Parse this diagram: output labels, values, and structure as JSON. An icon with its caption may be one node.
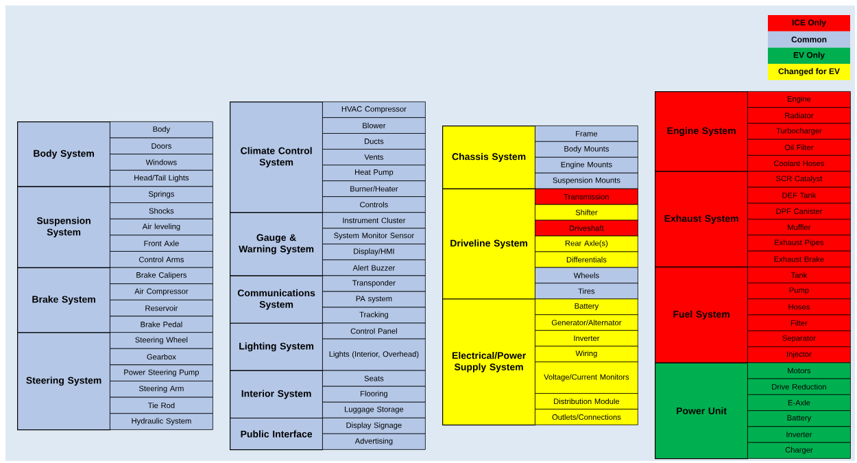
{
  "diagram": {
    "nodes": [
      {
        "text": [
          "Body System"
        ]
      },
      {
        "text": [
          "Body"
        ]
      },
      {
        "text": [
          "Doors"
        ]
      },
      {
        "text": [
          "Windows"
        ]
      },
      {
        "text": [
          "Head/Tail Lights"
        ]
      },
      {
        "text": [
          "Suspension System"
        ]
      },
      {
        "text": [
          "Springs"
        ]
      },
      {
        "text": [
          "Shocks"
        ]
      },
      {
        "text": [
          "Air leveling"
        ]
      },
      {
        "text": [
          "Front Axle"
        ]
      },
      {
        "text": [
          "Control Arms"
        ]
      },
      {
        "text": [
          "Brake System"
        ]
      },
      {
        "text": [
          "Brake Calipers"
        ]
      },
      {
        "text": [
          "Air Compressor"
        ]
      },
      {
        "text": [
          "Reservoir"
        ]
      },
      {
        "text": [
          "Brake Pedal"
        ]
      },
      {
        "text": [
          "Steering System"
        ]
      },
      {
        "text": [
          "Steering Wheel"
        ]
      },
      {
        "text": [
          "Gearbox"
        ]
      },
      {
        "text": [
          "Power Steering Pump"
        ]
      },
      {
        "text": [
          "Steering Arm"
        ]
      },
      {
        "text": [
          "Tie Rod"
        ]
      },
      {
        "text": [
          "Hydraulic System"
        ]
      },
      {
        "text": [
          "Climate Control System"
        ]
      },
      {
        "text": [
          "HVAC Compressor"
        ]
      },
      {
        "text": [
          "Blower"
        ]
      },
      {
        "text": [
          "Ducts"
        ]
      },
      {
        "text": [
          "Vents"
        ]
      },
      {
        "text": [
          "Heat Pump"
        ]
      },
      {
        "text": [
          "Burner/Heater"
        ]
      },
      {
        "text": [
          "Controls"
        ]
      },
      {
        "text": [
          "Gauge & Warning System"
        ]
      },
      {
        "text": [
          "Instrument Cluster"
        ]
      },
      {
        "text": [
          "System Monitor Sensor"
        ]
      },
      {
        "text": [
          "Display/HMI"
        ]
      },
      {
        "text": [
          "Alert Buzzer"
        ]
      },
      {
        "text": [
          "Communications System"
        ]
      },
      {
        "text": [
          "Transponder"
        ]
      },
      {
        "text": [
          "PA system"
        ]
      },
      {
        "text": [
          "Tracking"
        ]
      },
      {
        "text": [
          "Lighting System"
        ]
      },
      {
        "text": [
          "Control Panel"
        ]
      },
      {
        "text": [
          "Lights (Interior, Overhead)"
        ]
      },
      {
        "text": [
          "Interior System"
        ]
      },
      {
        "text": [
          "Seats"
        ]
      },
      {
        "text": [
          "Flooring"
        ]
      },
      {
        "text": [
          "Luggage Storage"
        ]
      },
      {
        "text": [
          "Public Interface"
        ]
      },
      {
        "text": [
          "Display Signage"
        ]
      },
      {
        "text": [
          "Advertising"
        ]
      },
      {
        "text": [
          "Chassis System"
        ]
      },
      {
        "text": [
          "Frame"
        ]
      },
      {
        "text": [
          "Body Mounts"
        ]
      },
      {
        "text": [
          "Engine Mounts"
        ]
      },
      {
        "text": [
          "Suspension Mounts"
        ]
      },
      {
        "text": [
          "Driveline System"
        ]
      },
      {
        "text": [
          "Transmission"
        ]
      },
      {
        "text": [
          "Shifter"
        ]
      },
      {
        "text": [
          "Driveshaft"
        ]
      },
      {
        "text": [
          "Rear Axle(s)"
        ]
      },
      {
        "text": [
          "Differentials"
        ]
      },
      {
        "text": [
          "Wheels"
        ]
      },
      {
        "text": [
          "Tires"
        ]
      },
      {
        "text": [
          "Electrical/Power Supply System"
        ]
      },
      {
        "text": [
          "Battery"
        ]
      },
      {
        "text": [
          "Generator/Alternator"
        ]
      },
      {
        "text": [
          "Inverter"
        ]
      },
      {
        "text": [
          "Wiring"
        ]
      },
      {
        "text": [
          "Voltage/Current Monitors"
        ]
      },
      {
        "text": [
          "Distribution Module"
        ]
      },
      {
        "text": [
          "Outlets/Connections"
        ]
      },
      {
        "text": [
          "Engine System"
        ]
      },
      {
        "text": [
          "Engine"
        ]
      },
      {
        "text": [
          "Radiator"
        ]
      },
      {
        "text": [
          "Turbocharger"
        ]
      },
      {
        "text": [
          "Oil Filter"
        ]
      },
      {
        "text": [
          "Coolant Hoses"
        ]
      },
      {
        "text": [
          "Exhaust System"
        ]
      },
      {
        "text": [
          "SCR Catalyst"
        ]
      },
      {
        "text": [
          "DEF Tank"
        ]
      },
      {
        "text": [
          "DPF Canister"
        ]
      },
      {
        "text": [
          "Muffler"
        ]
      },
      {
        "text": [
          "Exhaust Pipes"
        ]
      },
      {
        "text": [
          "Exhaust Brake"
        ]
      },
      {
        "text": [
          "Fuel System"
        ]
      },
      {
        "text": [
          "Tank"
        ]
      },
      {
        "text": [
          "Pump"
        ]
      },
      {
        "text": [
          "Hoses"
        ]
      },
      {
        "text": [
          "Filter"
        ]
      },
      {
        "text": [
          "Separator"
        ]
      },
      {
        "text": [
          "Injector"
        ]
      },
      {
        "text": [
          "Power Unit"
        ]
      },
      {
        "text": [
          "Motors"
        ]
      },
      {
        "text": [
          "Drive Reduction"
        ]
      },
      {
        "text": [
          "E-Axle"
        ]
      },
      {
        "text": [
          "Battery"
        ]
      },
      {
        "text": [
          "Inverter"
        ]
      },
      {
        "text": [
          "Charger"
        ]
      }
    ],
    "legend": [
      {
        "text": "ICE Only",
        "color": "#ff0000"
      },
      {
        "text": "Common",
        "color": "#b4c7e7"
      },
      {
        "text": "EV Only",
        "color": "#00b050"
      },
      {
        "text": "Changed for EV",
        "color": "#ffff00"
      }
    ]
  }
}
